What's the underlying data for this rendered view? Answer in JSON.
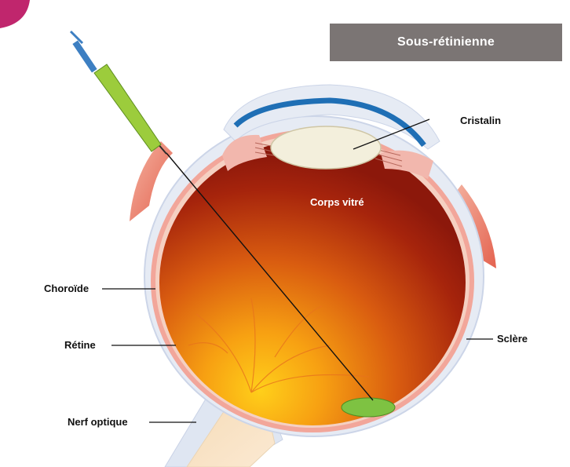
{
  "banner": {
    "title": "Sous-rétinienne"
  },
  "labels": {
    "cristalin": "Cristalin",
    "corps_vitre": "Corps vitré",
    "choroide": "Choroïde",
    "retine": "Rétine",
    "sclere": "Sclère",
    "nerf_optique": "Nerf optique"
  },
  "colors": {
    "banner_bg": "#7b7574",
    "corner_badge": "#c0266d",
    "syringe_barrel": "#9ccc3c",
    "syringe_plunger": "#3d7fc2",
    "injection_site": "#7ec242",
    "lens": "#f3efdc",
    "cornea": "#1f6fb5"
  }
}
